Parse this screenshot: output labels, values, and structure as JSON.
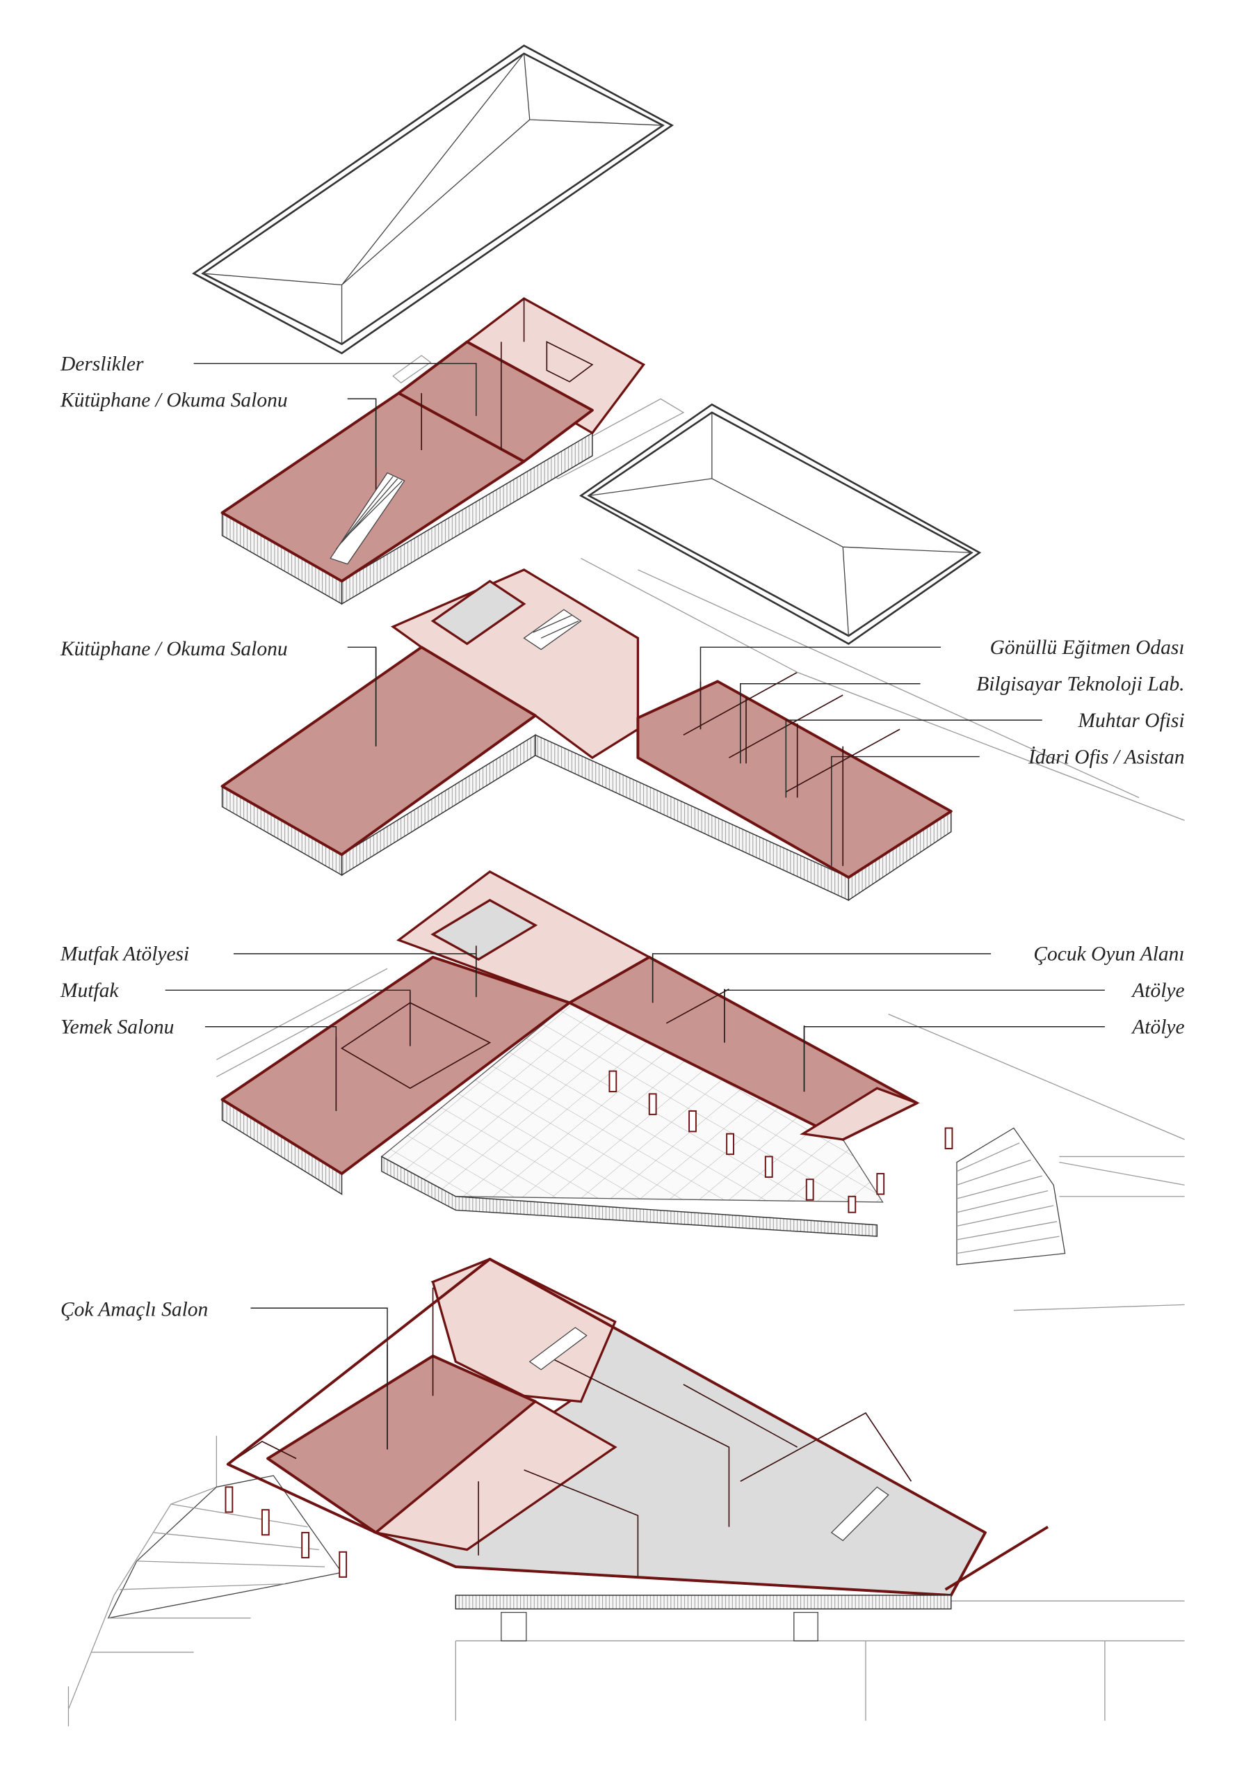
{
  "labels": {
    "level1": {
      "left": [
        "Derslikler",
        "Kütüphane / Okuma Salonu"
      ]
    },
    "level2": {
      "left": [
        "Kütüphane / Okuma Salonu"
      ],
      "right": [
        "Gönüllü Eğitmen Odası",
        "Bilgisayar Teknoloji Lab.",
        "Muhtar Ofisi",
        "İdari Ofis / Asistan"
      ]
    },
    "level3": {
      "left": [
        "Mutfak Atölyesi",
        "Mutfak",
        "Yemek Salonu"
      ],
      "right": [
        "Çocuk Oyun Alanı",
        "Atölye",
        "Atölye"
      ]
    },
    "level4": {
      "left": [
        "Çok Amaçlı Salon"
      ]
    }
  },
  "colors": {
    "room_fill": "#c99590",
    "room_light": "#f0d8d5",
    "wall_cut": "#6e1212",
    "service_grey": "#dcdcdc"
  }
}
